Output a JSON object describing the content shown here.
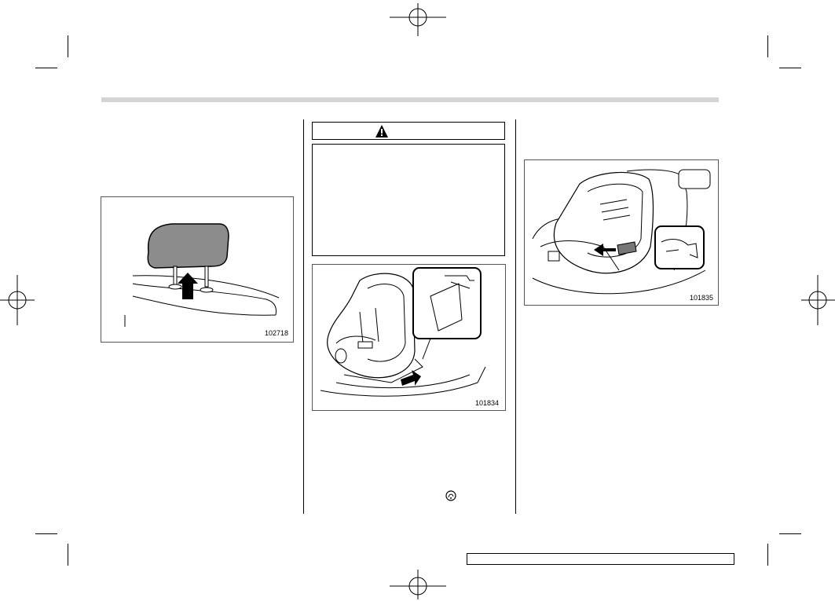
{
  "header": {
    "band_color": "#d4d4d4"
  },
  "figures": {
    "headrestraint": {
      "code": "102718",
      "icon": "headrestraint-raise-arrow"
    },
    "childseat_lower": {
      "code": "101834",
      "icon": "childseat-anchor-latch"
    },
    "childseat_release": {
      "code": "101835",
      "icon": "childseat-release-arrow"
    }
  },
  "warning": {
    "icon": "warning-triangle-icon",
    "color": "#000000"
  },
  "caution_mark": {
    "icon": "caution-circle-icon"
  },
  "registration_marks": {
    "icon": "crosshair-icon"
  }
}
